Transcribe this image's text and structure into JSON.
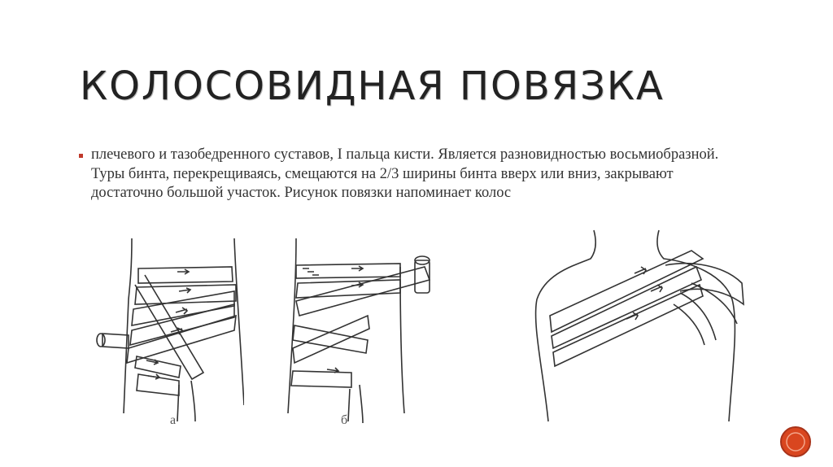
{
  "slide": {
    "title": "КОЛОСОВИДНАЯ ПОВЯЗКА",
    "bullet_text": "плечевого и тазобедренного суставов, I пальца кисти. Является разновидностью восьмиобразной. Туры бинта, перекрещиваясь, смещаются на 2/3 ширины бинта вверх или вниз, закрывают достаточно большой участок. Рисунок повязки напоминает колос",
    "figure_labels": [
      "а",
      "б"
    ],
    "accent_color": "#c0392b"
  },
  "controls": {
    "corner_icon": "circle-nav-icon"
  }
}
